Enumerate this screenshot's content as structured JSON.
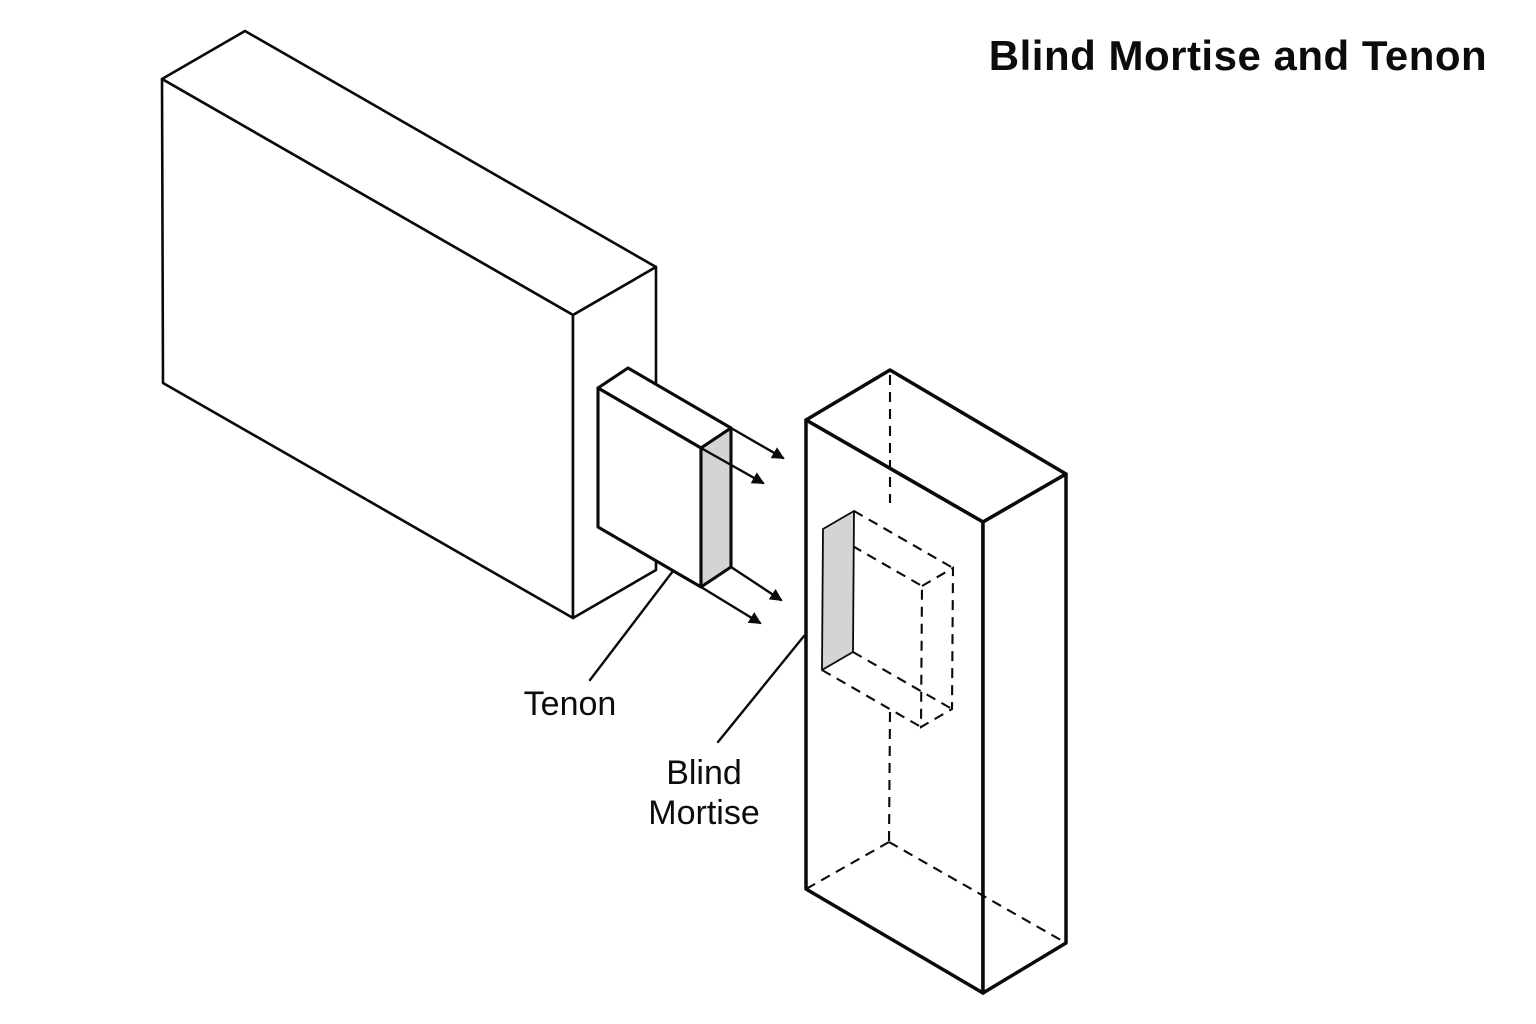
{
  "title": "Blind Mortise and Tenon",
  "labels": {
    "tenon": "Tenon",
    "blind": "Blind",
    "mortise": "Mortise"
  },
  "colors": {
    "line": "#0a0a0a",
    "face_fill": "#ffffff",
    "shaded_face": "#d4d4d4",
    "background": "#ffffff"
  },
  "diagram_parts": {
    "arrow_count": 4,
    "shaded_faces": [
      "tenon-end-face",
      "mortise-opening"
    ]
  }
}
